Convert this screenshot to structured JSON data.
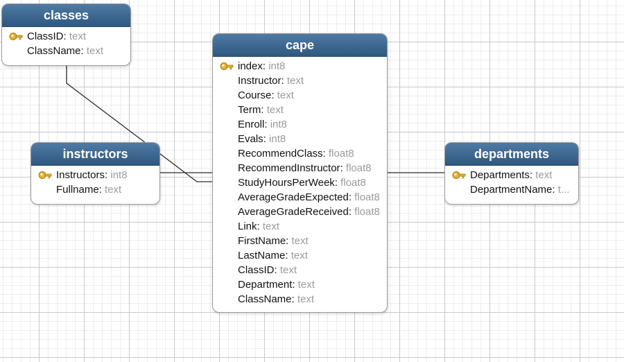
{
  "tables": {
    "classes": {
      "title": "classes",
      "fields": [
        {
          "name": "ClassID",
          "type": "text",
          "key": true
        },
        {
          "name": "ClassName",
          "type": "text",
          "key": false
        }
      ]
    },
    "cape": {
      "title": "cape",
      "fields": [
        {
          "name": "index",
          "type": "int8",
          "key": true
        },
        {
          "name": "Instructor",
          "type": "text",
          "key": false
        },
        {
          "name": "Course",
          "type": "text",
          "key": false
        },
        {
          "name": "Term",
          "type": "text",
          "key": false
        },
        {
          "name": "Enroll",
          "type": "int8",
          "key": false
        },
        {
          "name": "Evals",
          "type": "int8",
          "key": false
        },
        {
          "name": "RecommendClass",
          "type": "float8",
          "key": false
        },
        {
          "name": "RecommendInstructor",
          "type": "float8",
          "key": false
        },
        {
          "name": "StudyHoursPerWeek",
          "type": "float8",
          "key": false
        },
        {
          "name": "AverageGradeExpected",
          "type": "float8",
          "key": false
        },
        {
          "name": "AverageGradeReceived",
          "type": "float8",
          "key": false
        },
        {
          "name": "Link",
          "type": "text",
          "key": false
        },
        {
          "name": "FirstName",
          "type": "text",
          "key": false
        },
        {
          "name": "LastName",
          "type": "text",
          "key": false
        },
        {
          "name": "ClassID",
          "type": "text",
          "key": false
        },
        {
          "name": "Department",
          "type": "text",
          "key": false
        },
        {
          "name": "ClassName",
          "type": "text",
          "key": false
        }
      ]
    },
    "instructors": {
      "title": "instructors",
      "fields": [
        {
          "name": "Instructors",
          "type": "int8",
          "key": true
        },
        {
          "name": "Fullname",
          "type": "text",
          "key": false
        }
      ]
    },
    "departments": {
      "title": "departments",
      "fields": [
        {
          "name": "Departments",
          "type": "text",
          "key": true
        },
        {
          "name": "DepartmentName",
          "type": "t...",
          "key": false
        }
      ]
    }
  },
  "relationships": [
    {
      "from": "classes",
      "to": "cape"
    },
    {
      "from": "instructors",
      "to": "cape"
    },
    {
      "from": "cape",
      "to": "departments"
    }
  ],
  "colors": {
    "header_top": "#4f7aa3",
    "header_bottom": "#2f5880",
    "type_text": "#9a9a9a",
    "key_gold": "#e4b237",
    "connector": "#2b2b2b"
  },
  "icons": {
    "primary_key": "key-icon"
  }
}
